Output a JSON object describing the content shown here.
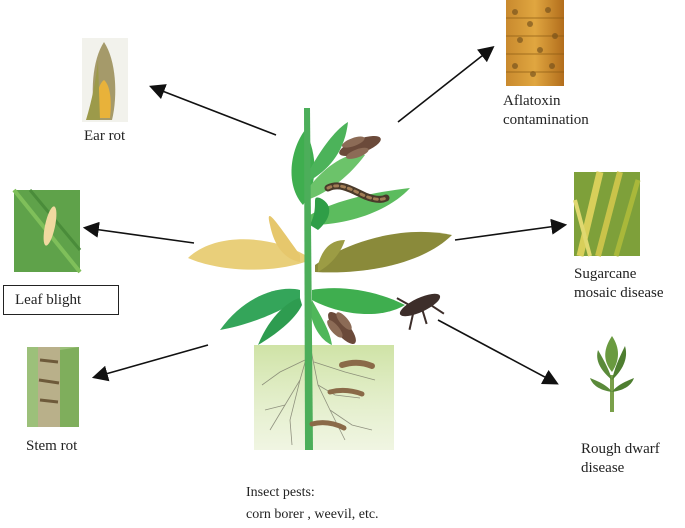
{
  "labels": {
    "ear_rot": "Ear rot",
    "leaf_blight": "Leaf blight",
    "stem_rot": "Stem rot",
    "aflatoxin_line1": "Aflatoxin",
    "aflatoxin_line2": "contamination",
    "sugarcane_line1": "Sugarcane",
    "sugarcane_line2": "mosaic disease",
    "rough_line1": "Rough dwarf",
    "rough_line2": "disease",
    "pests_line1": "Insect pests:",
    "pests_line2": "corn borer , weevil, etc."
  },
  "colors": {
    "arrow": "#111111",
    "stem": "#4cae5a",
    "leaf_green": "#3fae4f",
    "leaf_yellow": "#e9cf7a",
    "leaf_olive": "#8a8a3a",
    "soil": "#cfe0a8"
  }
}
